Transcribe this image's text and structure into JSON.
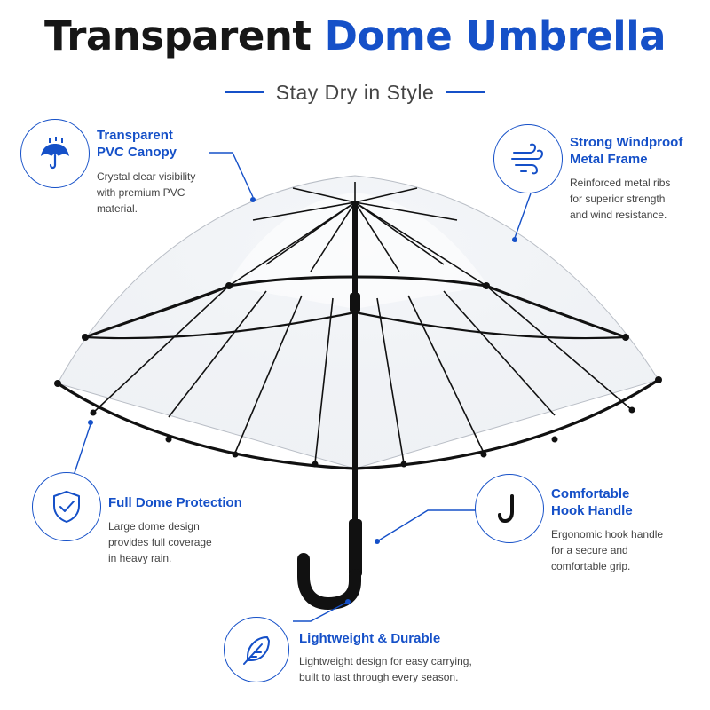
{
  "header": {
    "title_part1": "Transparent",
    "title_part2": "Dome Umbrella",
    "subtitle": "Stay Dry in Style"
  },
  "colors": {
    "accent": "#1550c8",
    "frame": "#111111",
    "text": "#444444"
  },
  "features": {
    "canopy": {
      "icon": "umbrella-rain-icon",
      "title_line1": "Transparent",
      "title_line2": "PVC Canopy",
      "desc_line1": "Crystal clear visibility",
      "desc_line2": "with premium PVC",
      "desc_line3": "material."
    },
    "frame": {
      "icon": "wind-icon",
      "title_line1": "Strong Windproof",
      "title_line2": "Metal Frame",
      "desc_line1": "Reinforced metal ribs",
      "desc_line2": "for superior strength",
      "desc_line3": "and wind resistance."
    },
    "dome": {
      "icon": "shield-check-icon",
      "title_line1": "Full Dome Protection",
      "desc_line1": "Large dome design",
      "desc_line2": "provides full coverage",
      "desc_line3": "in heavy rain."
    },
    "handle": {
      "icon": "hook-handle-icon",
      "title_line1": "Comfortable",
      "title_line2": "Hook Handle",
      "desc_line1": "Ergonomic hook handle",
      "desc_line2": "for a secure and",
      "desc_line3": "comfortable grip."
    },
    "lightweight": {
      "icon": "feather-icon",
      "title_line1": "Lightweight & Durable",
      "desc_line1": "Lightweight design for easy carrying,",
      "desc_line2": "built to last through every season."
    }
  }
}
